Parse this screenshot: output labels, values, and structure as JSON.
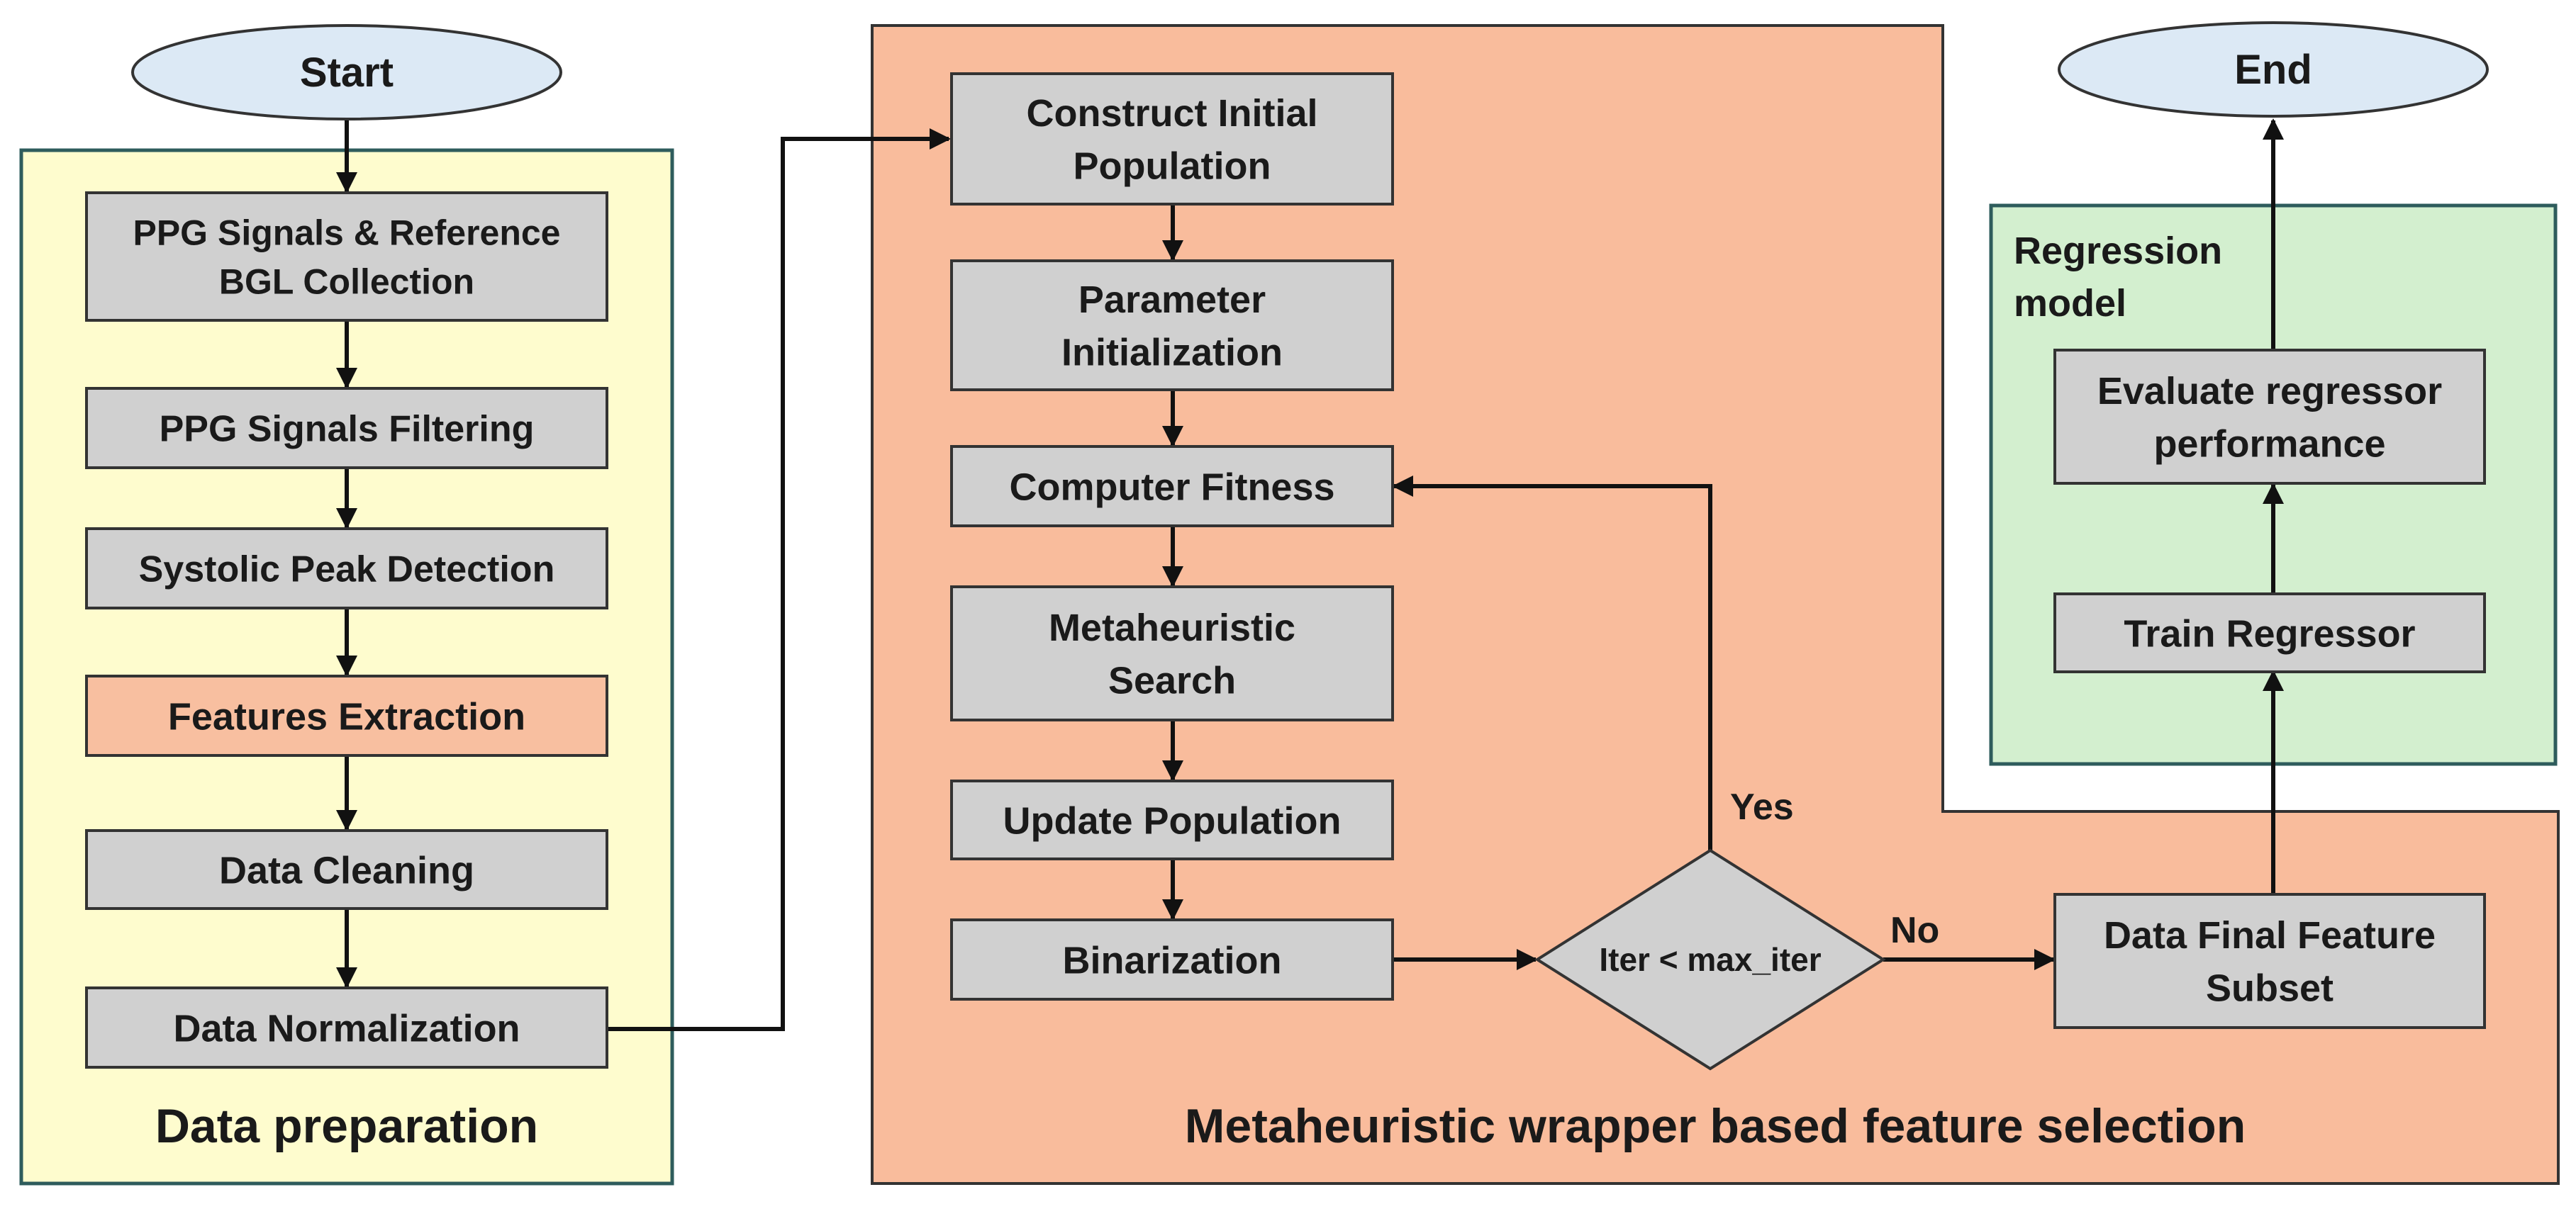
{
  "nodes": {
    "start": "Start",
    "end": "End",
    "ppg_collection": [
      "PPG Signals & Reference",
      "BGL Collection"
    ],
    "ppg_filtering": [
      "PPG Signals Filtering"
    ],
    "systolic_peak": [
      "Systolic Peak Detection"
    ],
    "features_extraction": [
      "Features Extraction"
    ],
    "data_cleaning": [
      "Data Cleaning"
    ],
    "data_normalization": [
      "Data Normalization"
    ],
    "construct_population": [
      "Construct Initial",
      "Population"
    ],
    "parameter_init": [
      "Parameter",
      "Initialization"
    ],
    "computer_fitness": [
      "Computer Fitness"
    ],
    "metaheuristic_search": [
      "Metaheuristic",
      "Search"
    ],
    "update_population": [
      "Update Population"
    ],
    "binarization": [
      "Binarization"
    ],
    "decision": [
      "Iter < max_iter"
    ],
    "final_subset": [
      "Data Final Feature",
      "Subset"
    ],
    "train_regressor": [
      "Train Regressor"
    ],
    "evaluate_regressor": [
      "Evaluate regressor",
      "performance"
    ]
  },
  "regions": {
    "data_preparation": "Data preparation",
    "feature_selection": "Metaheuristic wrapper based feature selection",
    "regression_model": [
      "Regression",
      "model"
    ]
  },
  "edge_labels": {
    "yes": "Yes",
    "no": "No"
  },
  "colors": {
    "process_box": "#d0d0d0",
    "accent_box": "#f8bfa0",
    "terminal": "#dce9f5",
    "data_prep_region": "#fefcce",
    "feature_selection_region": "#f9bc9c",
    "regression_region": "#d3efcf"
  }
}
